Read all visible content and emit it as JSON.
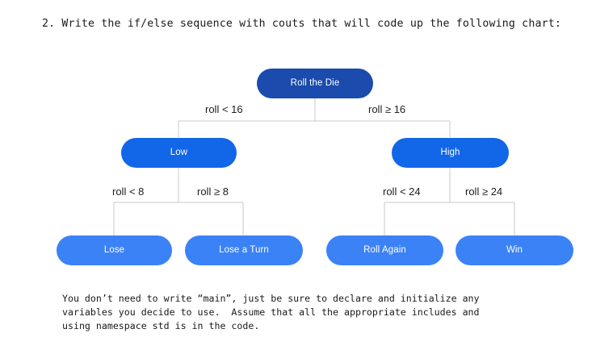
{
  "question": {
    "text": "2. Write the if/else sequence with couts that will code up the following chart:"
  },
  "chart_data": {
    "type": "diagram",
    "title": "Roll the Die decision tree",
    "colors": {
      "root": "#1a4bad",
      "mid": "#1266e8",
      "leaf": "#3b82f6",
      "connector": "#c9c9c9",
      "node_text": "#ffffff",
      "label_text": "#1d1d1d",
      "background": "#ffffff"
    },
    "nodes": [
      {
        "id": "root",
        "label": "Roll the Die",
        "tier": "root"
      },
      {
        "id": "low",
        "label": "Low",
        "tier": "mid"
      },
      {
        "id": "high",
        "label": "High",
        "tier": "mid"
      },
      {
        "id": "lose",
        "label": "Lose",
        "tier": "leaf"
      },
      {
        "id": "loseaturn",
        "label": "Lose a Turn",
        "tier": "leaf"
      },
      {
        "id": "rollagain",
        "label": "Roll Again",
        "tier": "leaf"
      },
      {
        "id": "win",
        "label": "Win",
        "tier": "leaf"
      }
    ],
    "edges": [
      {
        "from": "root",
        "to": "low",
        "label": "roll < 16"
      },
      {
        "from": "root",
        "to": "high",
        "label": "roll ≥ 16"
      },
      {
        "from": "low",
        "to": "lose",
        "label": "roll < 8"
      },
      {
        "from": "low",
        "to": "loseaturn",
        "label": "roll ≥ 8"
      },
      {
        "from": "high",
        "to": "rollagain",
        "label": "roll < 24"
      },
      {
        "from": "high",
        "to": "win",
        "label": "roll ≥ 24"
      }
    ]
  },
  "footer": {
    "line1": "You don’t need to write “main”, just be sure to declare and initialize any",
    "line2": "variables you decide to use.  Assume that all the appropriate includes and",
    "line3": "using namespace std is in the code."
  }
}
